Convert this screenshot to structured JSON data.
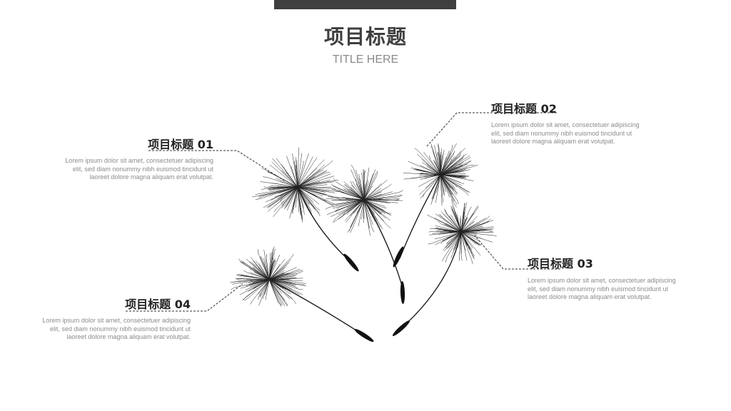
{
  "header": {
    "title": "项目标题",
    "subtitle": "TITLE HERE"
  },
  "items": [
    {
      "title": "项目标题 01",
      "desc": "Lorem ipsum dolor sit amet, consectetuer adipiscing elit, sed diam nonummy nibh euismod tincidunt ut laoreet dolore magna aliquam erat volutpat."
    },
    {
      "title": "项目标题 02",
      "desc": "Lorem ipsum dolor sit amet, consectetuer adipiscing elit, sed diam nonummy nibh euismod tincidunt ut laoreet dolore magna aliquam erat volutpat."
    },
    {
      "title": "项目标题 03",
      "desc": "Lorem ipsum dolor sit amet, consectetuer adipiscing elit, sed diam nonummy nibh euismod tincidunt ut laoreet dolore magna aliquam erat volutpat."
    },
    {
      "title": "项目标题 04",
      "desc": "Lorem ipsum dolor sit amet, consectetuer adipiscing elit, sed diam nonummy nibh euismod tincidunt ut laoreet dolore magna aliquam erat volutpat."
    }
  ],
  "colors": {
    "accent_bar": "#3f3f3f",
    "title_text": "#3f3f3f",
    "subtitle_text": "#8a8a8a",
    "desc_text": "#8c8c8c"
  }
}
